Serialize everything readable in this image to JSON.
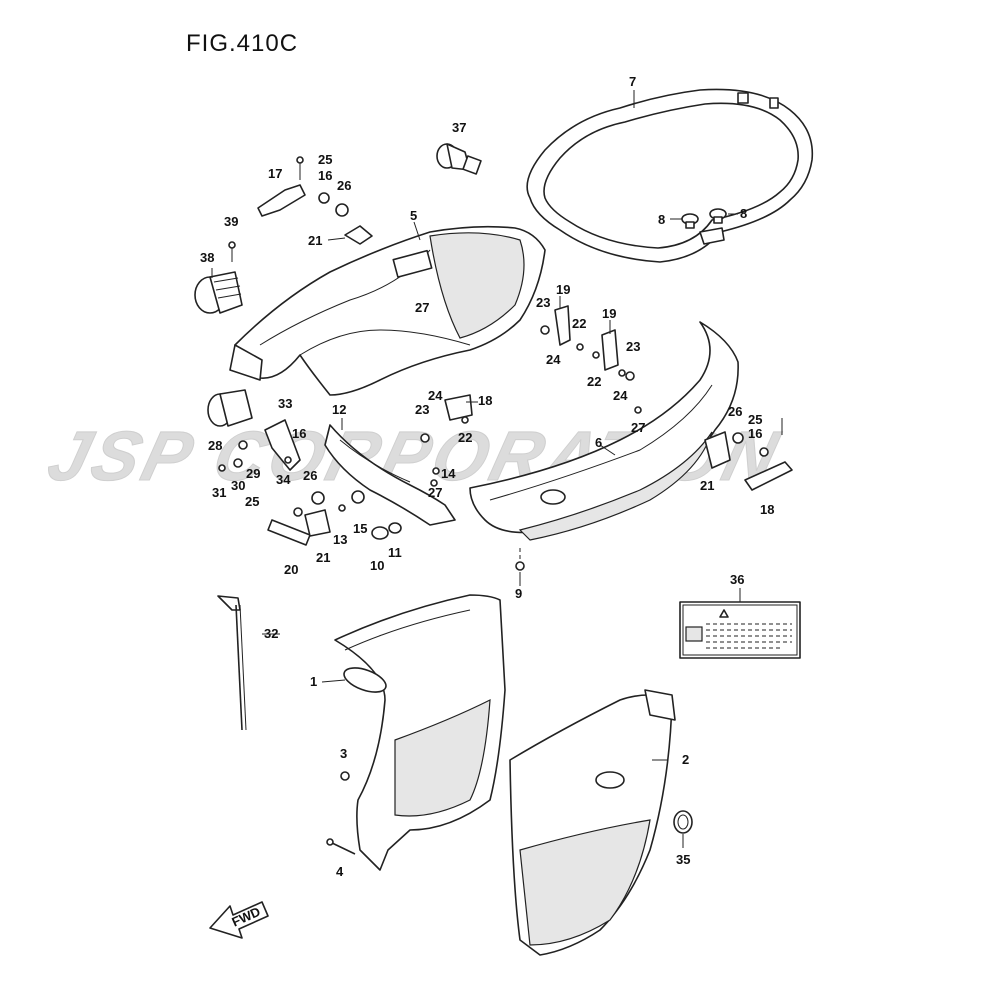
{
  "figure": {
    "title": "FIG.410C"
  },
  "watermark": {
    "text": "JSP CORPORATION",
    "color": "#d9d9d9"
  },
  "direction_arrow": {
    "text": "FWD"
  },
  "callouts": [
    "1",
    "2",
    "3",
    "4",
    "5",
    "6",
    "7",
    "8",
    "8",
    "9",
    "10",
    "11",
    "12",
    "13",
    "14",
    "15",
    "16",
    "16",
    "17",
    "18",
    "19",
    "19",
    "19",
    "20",
    "21",
    "21",
    "21",
    "22",
    "22",
    "22",
    "23",
    "23",
    "23",
    "24",
    "24",
    "24",
    "25",
    "25",
    "25",
    "26",
    "26",
    "26",
    "27",
    "27",
    "27",
    "27",
    "28",
    "29",
    "30",
    "31",
    "32",
    "33",
    "34",
    "35",
    "36",
    "37",
    "38",
    "39"
  ]
}
